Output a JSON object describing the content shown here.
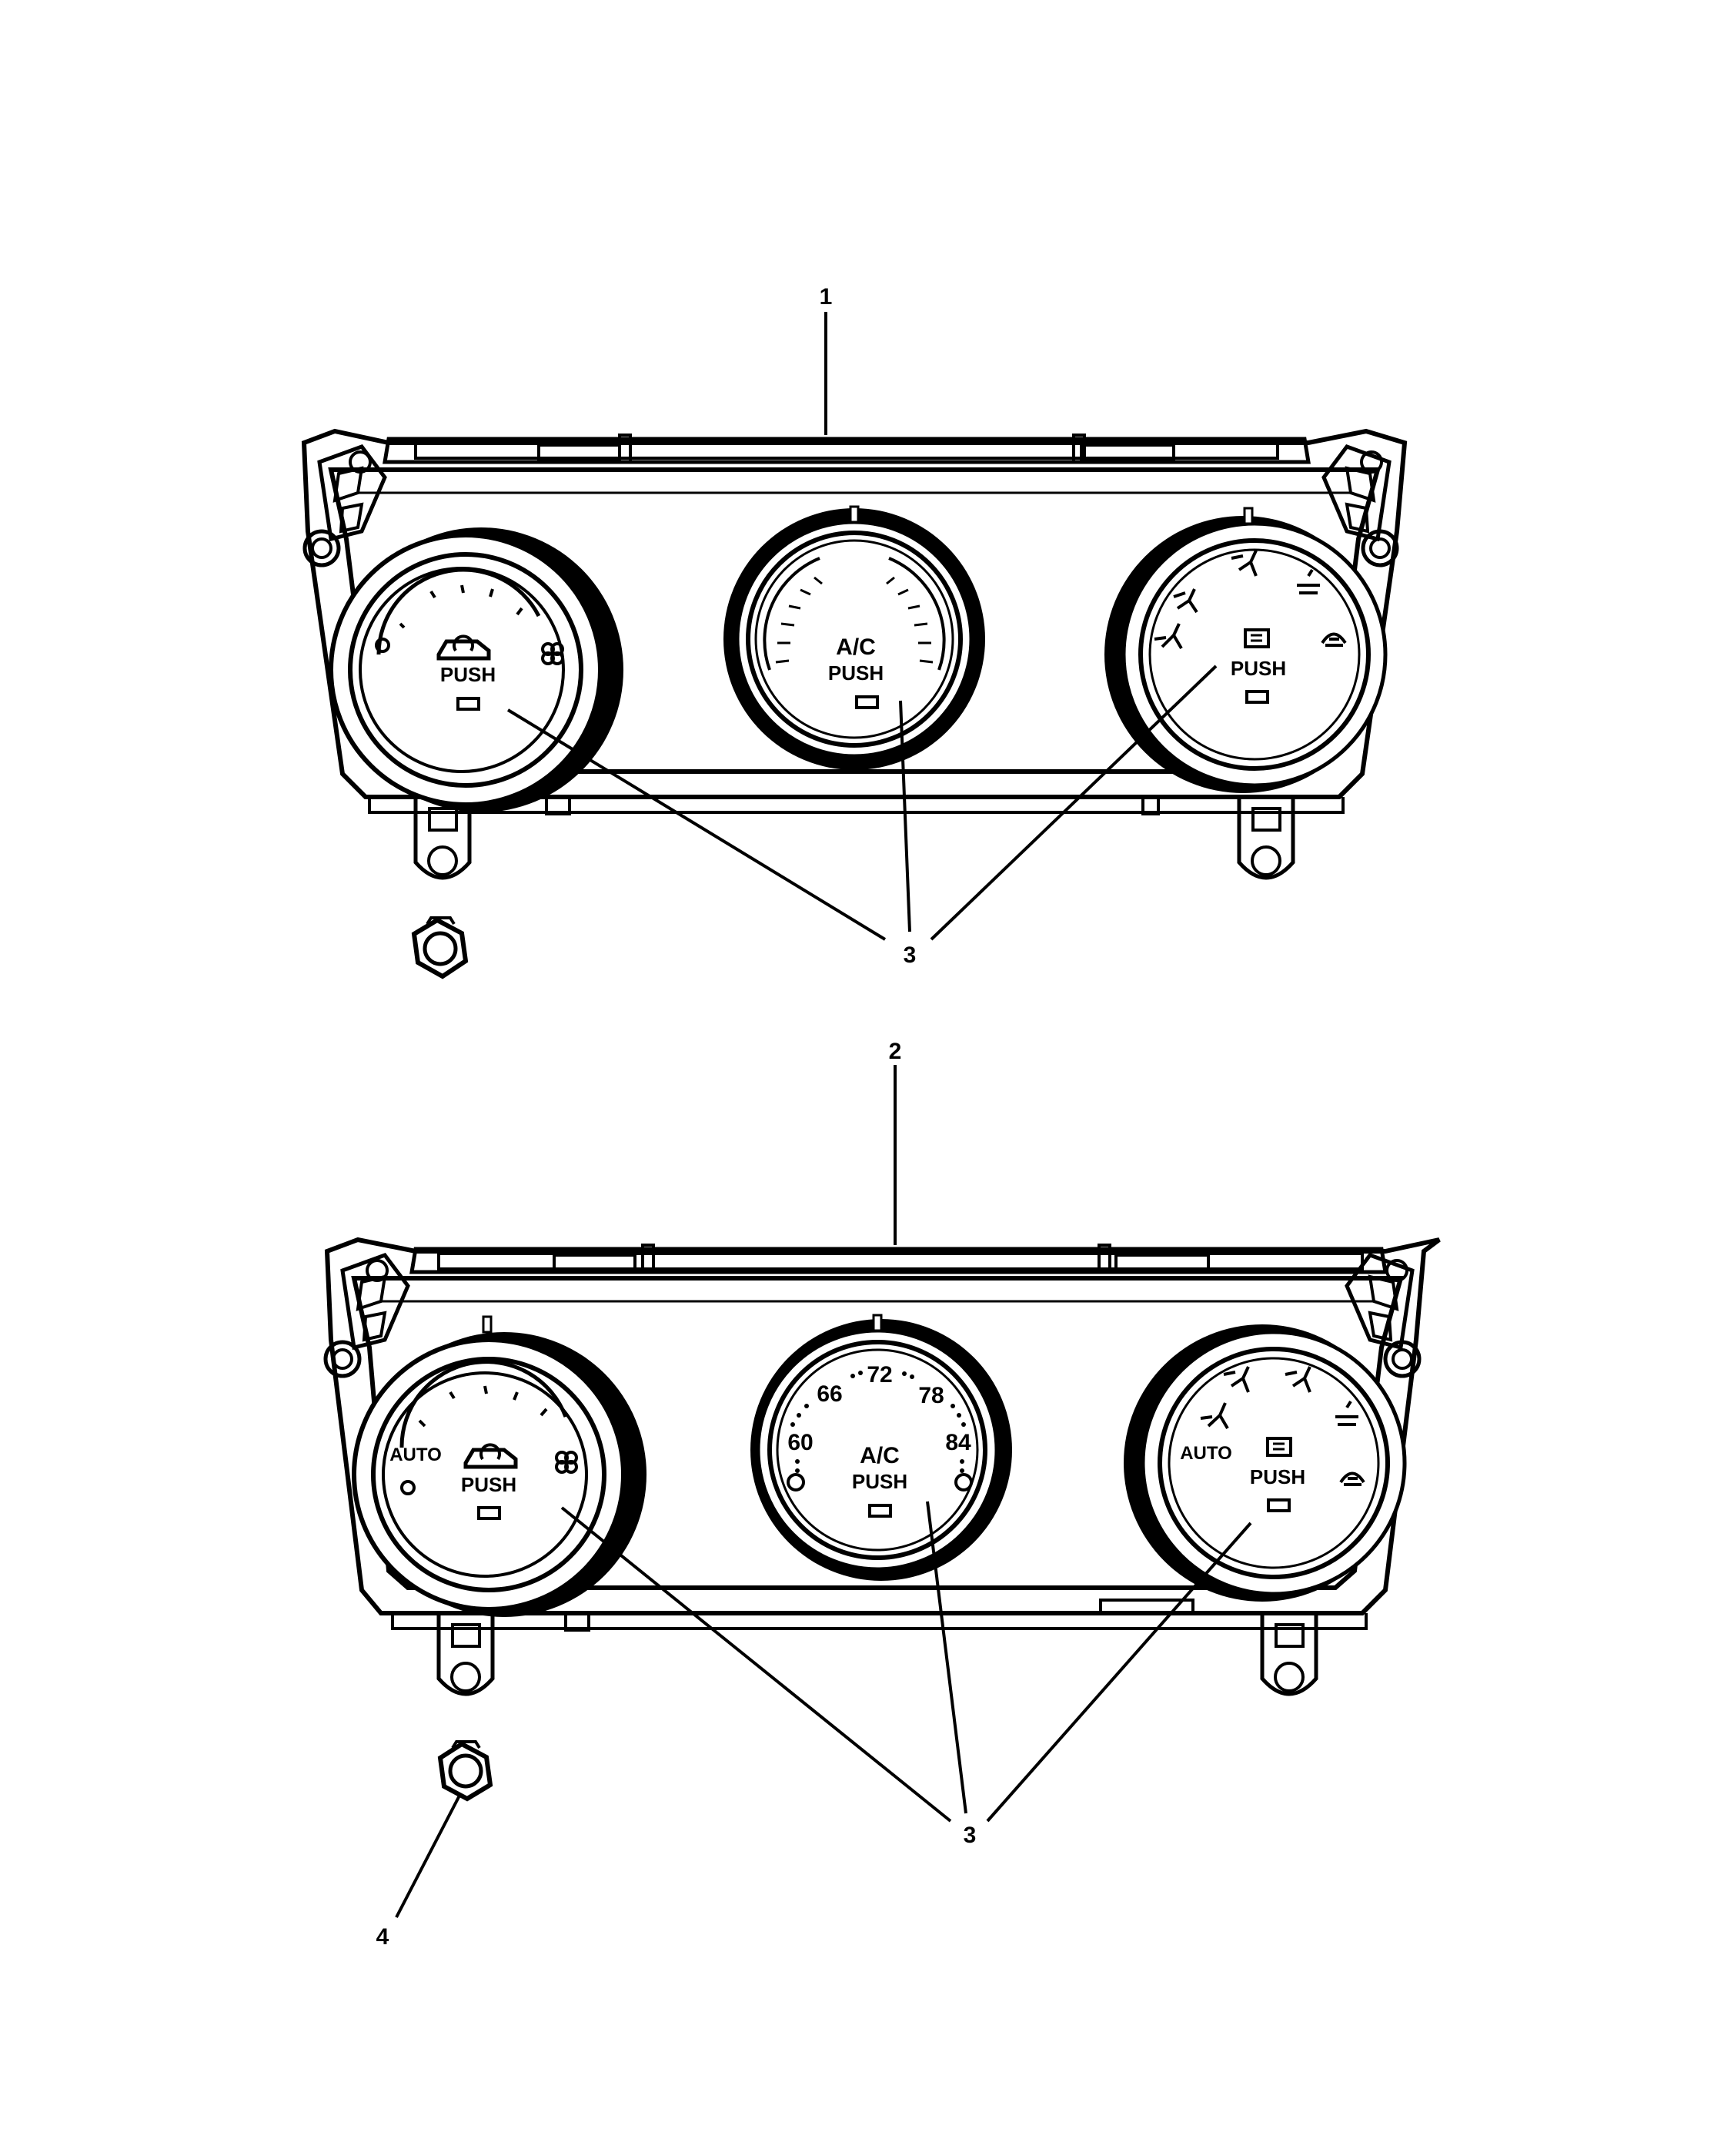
{
  "callouts": {
    "c1": "1",
    "c2": "2",
    "c3_top": "3",
    "c3_bottom": "3",
    "c4": "4"
  },
  "upper_panel": {
    "fan_knob": {
      "push": "PUSH"
    },
    "ac_knob": {
      "ac": "A/C",
      "push": "PUSH"
    },
    "mode_knob": {
      "push": "PUSH"
    }
  },
  "lower_panel": {
    "fan_knob": {
      "auto": "AUTO",
      "push": "PUSH"
    },
    "temp_knob": {
      "scale": [
        "60",
        "66",
        "72",
        "78",
        "84"
      ],
      "ac": "A/C",
      "push": "PUSH"
    },
    "mode_knob": {
      "auto": "AUTO",
      "push": "PUSH"
    }
  },
  "icons": [
    "recirculation-icon",
    "fan-icon",
    "defrost-rear-icon",
    "windshield-defrost-icon",
    "vent-face-icon",
    "vent-floor-icon",
    "vent-bilevel-icon",
    "vent-mix-icon"
  ]
}
